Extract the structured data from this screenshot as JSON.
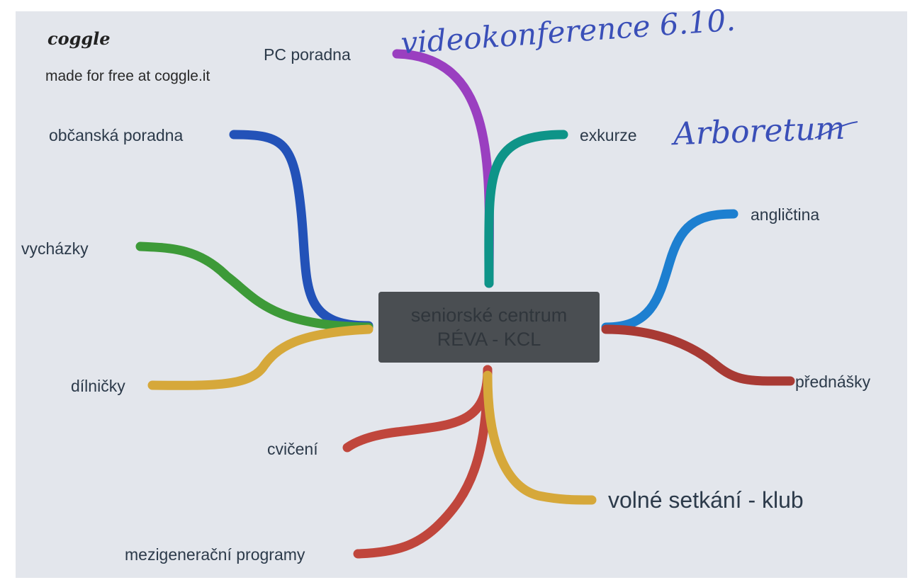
{
  "brand": {
    "logo": "coggle",
    "tagline": "made for free at coggle.it"
  },
  "central": {
    "line1": "seniorské centrum",
    "line2": "RÉVA - KCL"
  },
  "branches": {
    "pc_poradna": "PC poradna",
    "obcanska_poradna": "občanská poradna",
    "vychazky": "vycházky",
    "dilnicky": "dílničky",
    "cviceni": "cvičení",
    "mezigeneracni": "mezigenerační programy",
    "volne_setkani": "volné setkání - klub",
    "prednasky": "přednášky",
    "anglictina": "angličtina",
    "exkurze": "exkurze"
  },
  "annotations": {
    "videokonference": "videokonference 6.10.",
    "arboretum": "Arboretum"
  },
  "colors": {
    "purple": "#9a3fc0",
    "teal": "#0e9488",
    "dark_blue": "#2352b8",
    "green": "#3d9a38",
    "yellow": "#d6a83a",
    "red": "#c0463c",
    "light_blue": "#1d7fd0",
    "maroon": "#a83a34"
  }
}
